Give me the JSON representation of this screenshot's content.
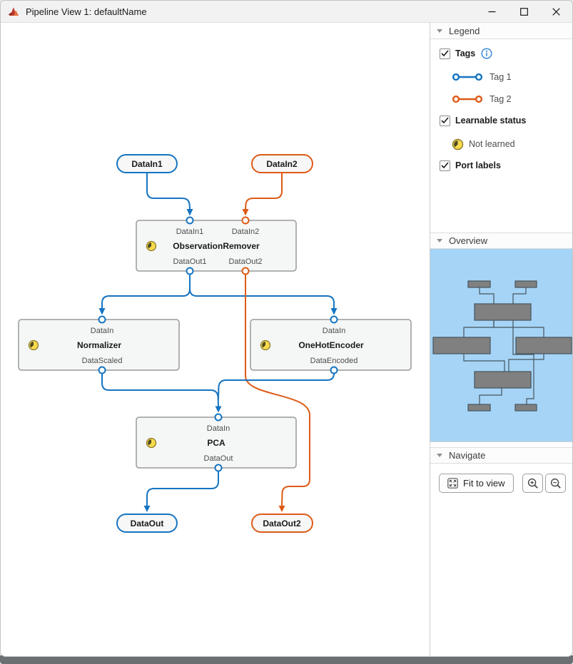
{
  "window": {
    "title": "Pipeline View 1: defaultName",
    "controls": [
      "minimize",
      "maximize",
      "close"
    ]
  },
  "legend": {
    "header": "Legend",
    "tags": {
      "label": "Tags",
      "checked": true,
      "info_icon": "info-icon"
    },
    "tag_items": [
      {
        "label": "Tag 1",
        "color": "#1674C1"
      },
      {
        "label": "Tag 2",
        "color": "#DD5B17"
      }
    ],
    "learnable": {
      "label": "Learnable status",
      "checked": true
    },
    "learnable_items": [
      {
        "label": "Not learned",
        "icon": "clock-not-learned-icon"
      }
    ],
    "port_labels": {
      "label": "Port labels",
      "checked": true
    }
  },
  "overview": {
    "header": "Overview"
  },
  "navigate": {
    "header": "Navigate",
    "fit_button": "Fit to view",
    "zoom_in_icon": "magnifier-plus-icon",
    "zoom_out_icon": "magnifier-minus-icon"
  },
  "pipeline": {
    "sources": [
      {
        "label": "DataIn1",
        "color": "#1674C1"
      },
      {
        "label": "DataIn2",
        "color": "#DD5B17"
      }
    ],
    "blocks": [
      {
        "title": "ObservationRemover",
        "in_ports": [
          "DataIn1",
          "DataIn2"
        ],
        "out_ports": [
          "DataOut1",
          "DataOut2"
        ],
        "status": "not-learned"
      },
      {
        "title": "Normalizer",
        "in_ports": [
          "DataIn"
        ],
        "out_ports": [
          "DataScaled"
        ],
        "status": "not-learned"
      },
      {
        "title": "OneHotEncoder",
        "in_ports": [
          "DataIn"
        ],
        "out_ports": [
          "DataEncoded"
        ],
        "status": "not-learned"
      },
      {
        "title": "PCA",
        "in_ports": [
          "DataIn"
        ],
        "out_ports": [
          "DataOut"
        ],
        "status": "not-learned"
      }
    ],
    "sinks": [
      {
        "label": "DataOut",
        "color": "#1674C1"
      },
      {
        "label": "DataOut2",
        "color": "#DD5B17"
      }
    ]
  },
  "colors": {
    "tag1_blue": "#1674C1",
    "tag2_orange": "#DD5B17",
    "block_fill": "#F5F6F6",
    "block_border": "#9A9A9A",
    "clock_yellow": "#F8DA4D",
    "minimap_bg": "#A5D4F6",
    "minimap_block": "#808080",
    "titlebar_bg": "#F2F2F2"
  }
}
